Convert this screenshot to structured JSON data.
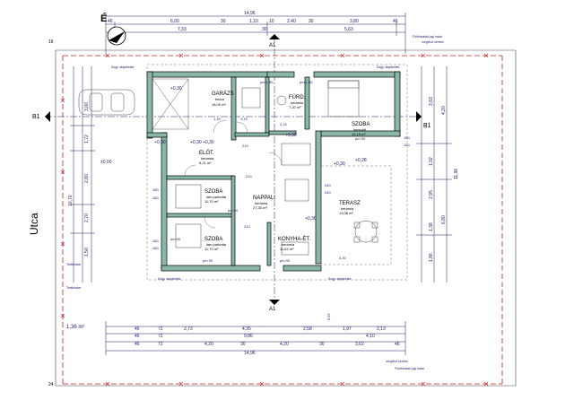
{
  "north_label": "É",
  "street_label": "Utca",
  "section_labels": [
    "A1",
    "A1",
    "B1",
    "B1"
  ],
  "rooms": [
    {
      "name": "GARÁZS",
      "floor": "beton",
      "area": "18,00 m²"
    },
    {
      "name": "FÜRD.",
      "floor": "kerámia",
      "area": "7,20 m²"
    },
    {
      "name": "SZOBA",
      "floor": "laminált",
      "area": "15,15 m²"
    },
    {
      "name": "ELŐT.",
      "floor": "kerámia",
      "area": "8,21 m²"
    },
    {
      "name": "SZOBA",
      "floor": "lam.parketta",
      "area": "11,70 m²"
    },
    {
      "name": "NAPPALI",
      "floor": "kerámia",
      "area": "27,30 m²"
    },
    {
      "name": "TERASZ",
      "floor": "kerámia",
      "area": "13,06 m²"
    },
    {
      "name": "SZOBA",
      "floor": "lam.parketta",
      "area": "11,70 m²"
    },
    {
      "name": "KONYHA-ÉT.",
      "floor": "kerámia",
      "area": "11,62 m²"
    }
  ],
  "top_dims": {
    "overall": "14,96",
    "row1": [
      "46",
      "6,00",
      "30",
      "1,10",
      "10",
      "2,40",
      "30",
      "3,80",
      "46"
    ],
    "row2": [
      "7,33",
      "30",
      "5,63"
    ]
  },
  "bottom_dims": {
    "row1": [
      "46",
      "72",
      "2,73",
      "4,35",
      "2,58",
      "1,97",
      "2,13"
    ],
    "row2": [
      "46",
      "72",
      "9,86",
      "4,10"
    ],
    "row3": [
      "46",
      "72",
      "4,20",
      "30",
      "4,20",
      "30",
      "3,62",
      "46"
    ],
    "overall": "14,96",
    "area_note": "1,36 m²",
    "note": "5,87"
  },
  "left_dims": [
    "3,00",
    "1,72",
    "2,80",
    "2,70",
    "1,50",
    "10,70"
  ],
  "right_dims": [
    "3,83",
    "4,20",
    "1,02",
    "2,95",
    "1,38",
    "1,86",
    "6,80",
    "11,96"
  ],
  "elevations": [
    "+0,30",
    "+0,30",
    "+0,30",
    "+0,28",
    "+0,30",
    "±0,00",
    "+0,30",
    "+0,30",
    "+0,30"
  ],
  "opening_labels": [
    "pm 1,80",
    "pm 1,80",
    "1,15",
    "1,15",
    "2,15",
    "pm 90",
    "pm 90",
    "pm 90",
    "pm 90",
    "pm 90",
    "150",
    "150",
    "180",
    "180",
    "180",
    "180",
    "210",
    "210",
    "210",
    "240",
    "240",
    "3,20"
  ],
  "annotations": [
    "Szgy. alaptestek",
    "Szgy. alaptestek",
    "Földhivatali jogi határ",
    "Földhivatali jogi határ",
    "Telekhatár",
    "Telekhatár",
    "meglévő kerítés",
    "meglévő kerítés",
    "Szgy. alaptestek",
    "Szgy. alaptestek"
  ],
  "corner_marks": [
    "16",
    "24"
  ],
  "colors": {
    "wall": "#8ab8a8",
    "line": "#000000",
    "dim": "#1a1a66",
    "border": "#cc2222",
    "hatch": "#333333"
  }
}
